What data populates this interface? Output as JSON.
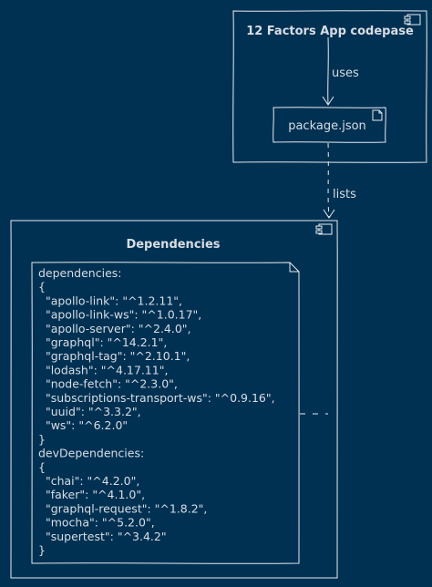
{
  "component_top": {
    "title": "12 Factors App codepase"
  },
  "artifact": {
    "label": "package.json"
  },
  "edges": {
    "uses": "uses",
    "lists": "lists"
  },
  "component_bottom": {
    "title": "Dependencies"
  },
  "note": {
    "lines": [
      "dependencies:",
      "{",
      "  \"apollo-link\": \"^1.2.11\",",
      "  \"apollo-link-ws\": \"^1.0.17\",",
      "  \"apollo-server\": \"^2.4.0\",",
      "  \"graphql\": \"^14.2.1\",",
      "  \"graphql-tag\": \"^2.10.1\",",
      "  \"lodash\": \"^4.17.11\",",
      "  \"node-fetch\": \"^2.3.0\",",
      "  \"subscriptions-transport-ws\": \"^0.9.16\",",
      "  \"uuid\": \"^3.3.2\",",
      "  \"ws\": \"^6.2.0\"",
      "}",
      "devDependencies:",
      "{",
      "  \"chai\": \"^4.2.0\",",
      "  \"faker\": \"^4.1.0\",",
      "  \"graphql-request\": \"^1.8.2\",",
      "  \"mocha\": \"^5.2.0\",",
      "  \"supertest\": \"^3.4.2\"",
      "}"
    ]
  },
  "colors": {
    "background": "#003153",
    "stroke": "#e8ecf0",
    "text": "#d9dde3"
  }
}
